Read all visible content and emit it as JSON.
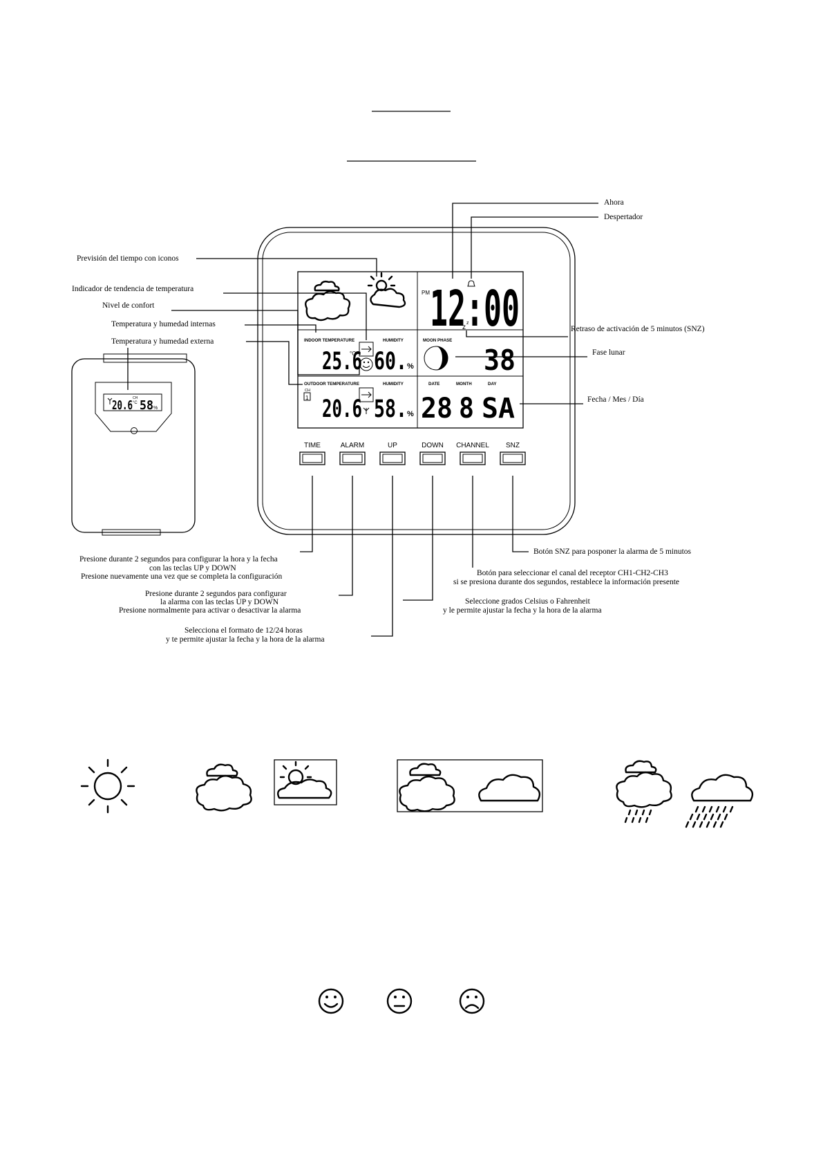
{
  "callouts": {
    "left": [
      "Previsión del tiempo con iconos",
      "Indicador de tendencia de temperatura",
      "Nivel de confort",
      "Temperatura y humedad internas",
      "Temperatura y humedad externa"
    ],
    "right": {
      "now": "Ahora",
      "alarm": "Despertador",
      "snooze_delay": "Retraso de activación de 5 minutos (SNZ)",
      "moon_phase": "Fase lunar",
      "date_month_day": "Fecha / Mes / Día"
    }
  },
  "lcd": {
    "pm": "PM",
    "time": "12:00",
    "indoor_label": "INDOOR TEMPERATURE",
    "indoor_temp": "25.6",
    "indoor_unit": "°C",
    "humidity_label": "HUMIDITY",
    "indoor_humidity": "60.",
    "percent": "%",
    "moon_phase_label": "MOON PHASE",
    "moon_day": "38",
    "outdoor_label": "OUTDOOR TEMPERATURE",
    "channel_tag": "CH",
    "channel_number": "1",
    "outdoor_temp": "20.6",
    "outdoor_humidity": "58.",
    "date_label": "DATE",
    "month_label": "MONTH",
    "day_label": "DAY",
    "date_value": "28",
    "month_value": "8",
    "day_value": "SA",
    "snooze_marker": "z",
    "snooze_sup": "z"
  },
  "buttons": [
    "TIME",
    "ALARM",
    "UP",
    "DOWN",
    "CHANNEL",
    "SNZ"
  ],
  "sensor": {
    "temp": "20.6",
    "ch": "CH",
    "unit": "°C",
    "humidity": "58",
    "percent": "%"
  },
  "button_notes": {
    "time": [
      "Presione durante 2 segundos para configurar la hora y la fecha",
      "con las teclas UP y DOWN",
      "Presione nuevamente una vez que se completa la configuración"
    ],
    "alarm": [
      "Presione durante 2 segundos para configurar",
      "la alarma con las teclas UP y DOWN",
      "Presione normalmente para activar o desactivar la alarma"
    ],
    "up": [
      "Selecciona el formato de 12/24 horas",
      "y te permite ajustar la fecha y la hora de la alarma"
    ],
    "snz": [
      "Botón SNZ para posponer la alarma de 5 minutos"
    ],
    "channel": [
      "Botón para seleccionar el canal del receptor CH1-CH2-CH3",
      "si se presiona durante dos segundos, restablece la información presente"
    ],
    "down": [
      "Seleccione grados Celsius o Fahrenheit",
      "y le permite ajustar la fecha y la hora de la alarma"
    ]
  },
  "icons": {
    "weather": [
      "sunny-icon",
      "cloudy-icon",
      "partly-cloudy-icon",
      "overcast-icon",
      "heavy-cloud-icon",
      "light-rain-icon",
      "heavy-rain-icon"
    ],
    "comfort": [
      "comfort-happy-icon",
      "comfort-neutral-icon",
      "comfort-sad-icon"
    ]
  }
}
